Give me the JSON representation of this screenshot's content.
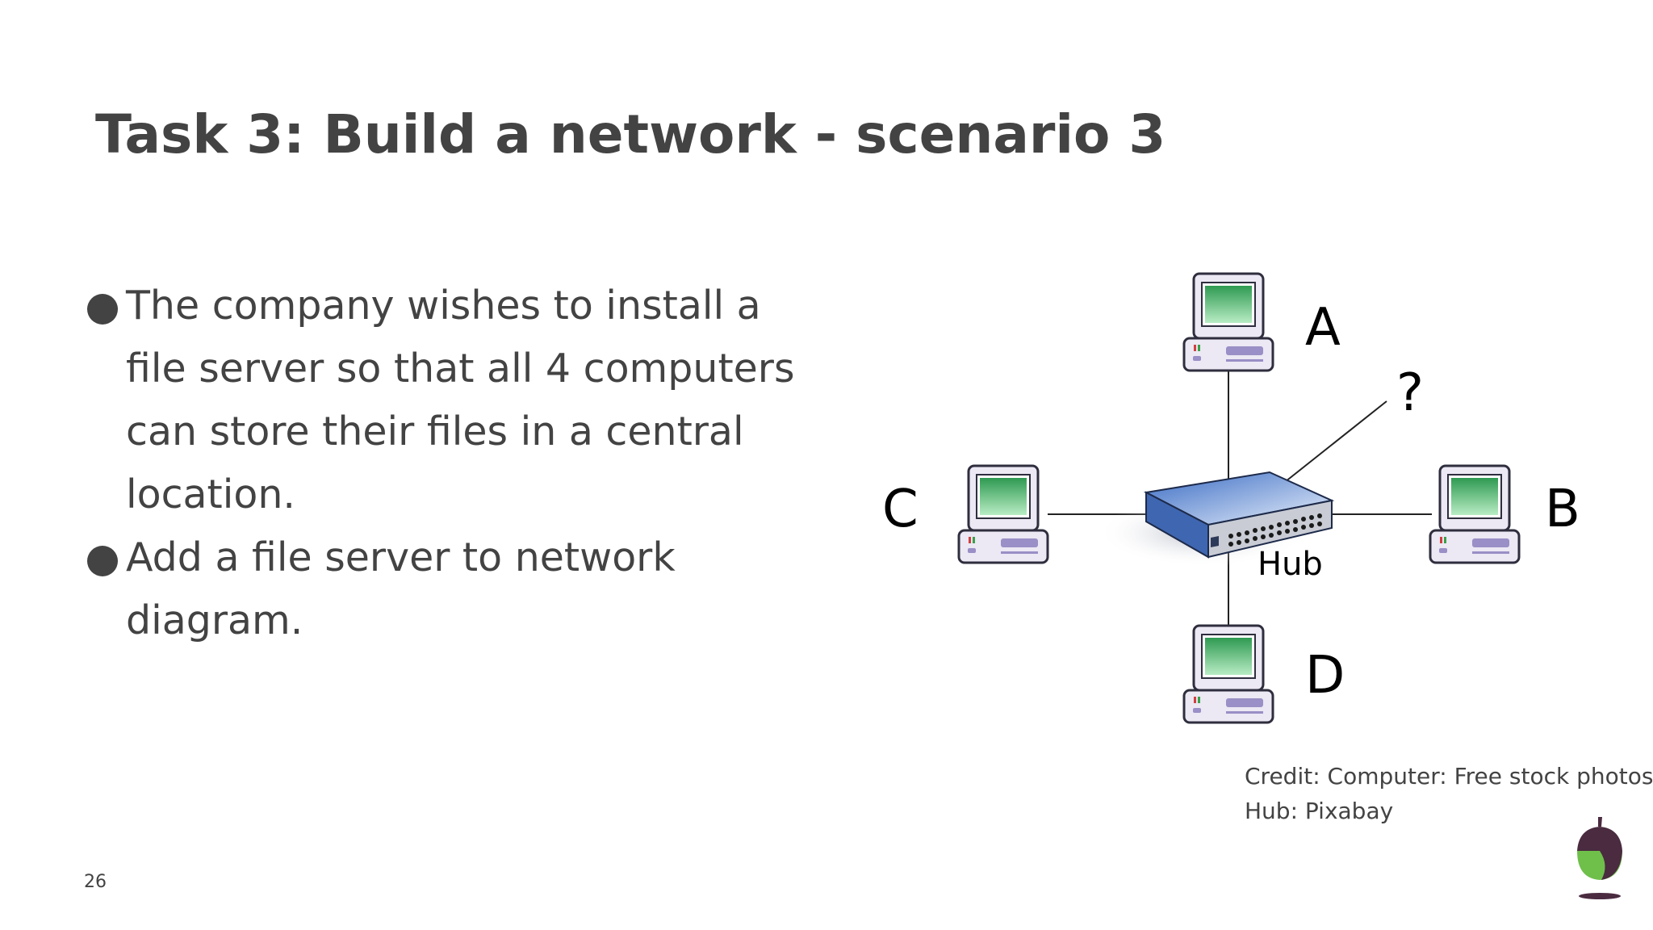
{
  "slide": {
    "title": "Task 3: Build a network - scenario 3",
    "bullets": [
      "The company wishes to install a file server so that all 4 computers can store their files in a central location.",
      "Add a file server to network diagram."
    ],
    "credit_line_1": "Credit:  Computer: Free stock photos",
    "credit_line_2": "Hub: Pixabay",
    "page_number": "26"
  },
  "diagram": {
    "nodes": {
      "a": "A",
      "b": "B",
      "c": "C",
      "d": "D",
      "unknown": "?",
      "hub": "Hub"
    }
  },
  "icons": {
    "logo": "acorn-logo",
    "computer": "computer-icon",
    "hub": "network-hub-icon"
  },
  "colors": {
    "text": "#434343",
    "screen": "#5cc27c",
    "computer_case": "#e4dff0",
    "hub_blue": "#4a7ac8",
    "logo_green": "#6fbf4b",
    "logo_dark": "#4a2b3f"
  }
}
